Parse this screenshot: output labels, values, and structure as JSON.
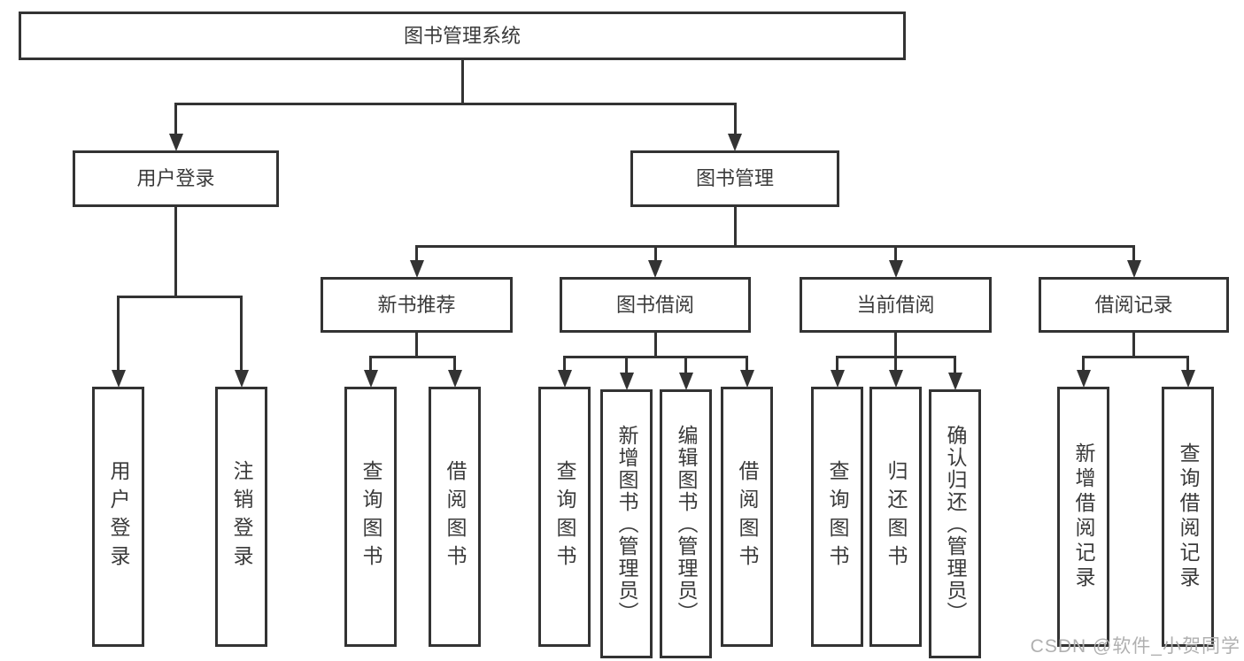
{
  "diagram": {
    "title": "图书管理系统",
    "nodes": [
      {
        "id": "root",
        "label": "图书管理系统",
        "parent": null
      },
      {
        "id": "user_login",
        "label": "用户登录",
        "parent": "root"
      },
      {
        "id": "book_mgmt",
        "label": "图书管理",
        "parent": "root"
      },
      {
        "id": "login",
        "label": "用户登录",
        "parent": "user_login"
      },
      {
        "id": "logout",
        "label": "注销登录",
        "parent": "user_login"
      },
      {
        "id": "new_book_rec",
        "label": "新书推荐",
        "parent": "book_mgmt"
      },
      {
        "id": "book_borrow",
        "label": "图书借阅",
        "parent": "book_mgmt"
      },
      {
        "id": "current_borrow",
        "label": "当前借阅",
        "parent": "book_mgmt"
      },
      {
        "id": "borrow_records",
        "label": "借阅记录",
        "parent": "book_mgmt"
      },
      {
        "id": "query_book_new",
        "label": "查询图书",
        "parent": "new_book_rec"
      },
      {
        "id": "borrow_book_new",
        "label": "借阅图书",
        "parent": "new_book_rec"
      },
      {
        "id": "query_book_borrow",
        "label": "查询图书",
        "parent": "book_borrow"
      },
      {
        "id": "add_book",
        "label": "新增图书（管理员）",
        "parent": "book_borrow"
      },
      {
        "id": "edit_book",
        "label": "编辑图书（管理员）",
        "parent": "book_borrow"
      },
      {
        "id": "borrow_book_borrow",
        "label": "借阅图书",
        "parent": "book_borrow"
      },
      {
        "id": "query_book_current",
        "label": "查询图书",
        "parent": "current_borrow"
      },
      {
        "id": "return_book",
        "label": "归还图书",
        "parent": "current_borrow"
      },
      {
        "id": "confirm_return",
        "label": "确认归还（管理员）",
        "parent": "current_borrow"
      },
      {
        "id": "add_borrow_record",
        "label": "新增借阅记录",
        "parent": "borrow_records"
      },
      {
        "id": "query_borrow_record",
        "label": "查询借阅记录",
        "parent": "borrow_records"
      }
    ]
  },
  "watermark": {
    "text": "CSDN @软件_小贺同学"
  },
  "colors": {
    "line": "#333333",
    "text": "#3a3a3a",
    "box_bg": "#ffffff",
    "watermark": "#b0b0b0"
  }
}
